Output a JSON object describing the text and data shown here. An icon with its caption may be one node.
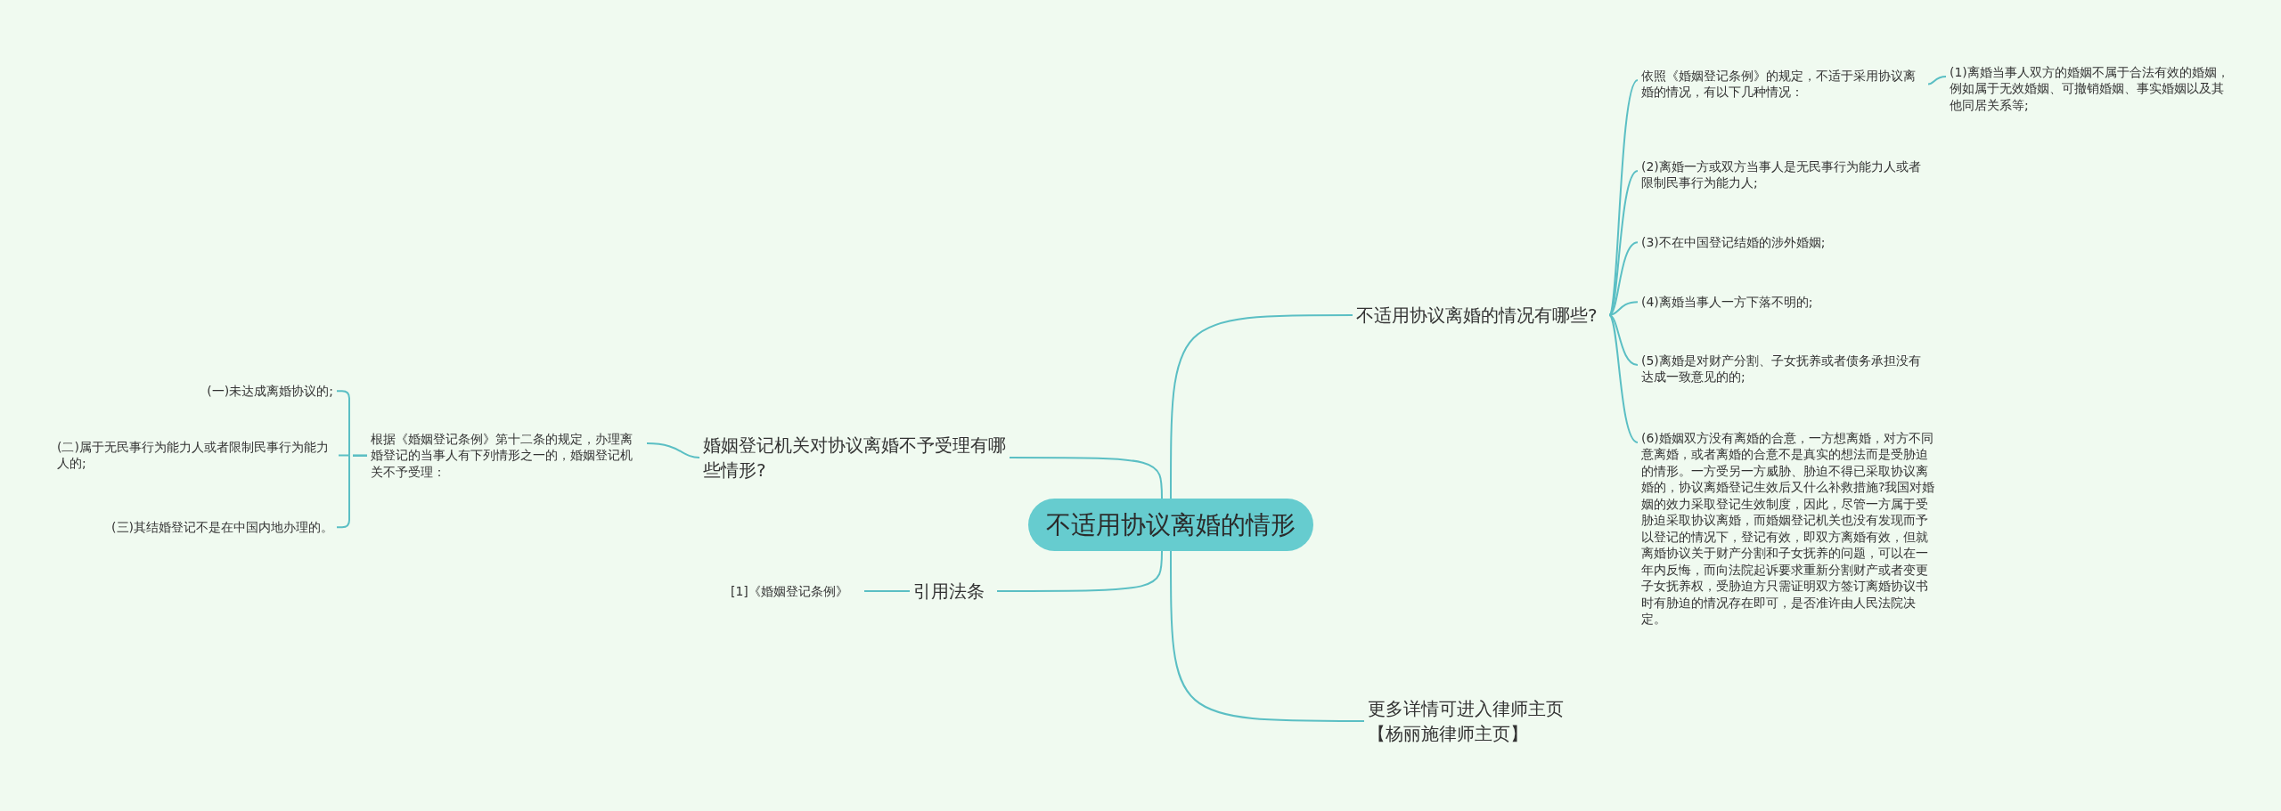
{
  "diagram": {
    "nodes": [
      {
        "text": [
          "不适用协议离婚的情形"
        ]
      },
      {
        "text": [
          "不适用协议离婚的情况有哪些?"
        ]
      },
      {
        "text": [
          "依照《婚姻登记条例》的规定，不适于采用协议离婚的情况，有以下几种情况："
        ]
      },
      {
        "text": [
          "(1)离婚当事人双方的婚姻不属于合法有效的婚姻，例如属于无效婚姻、可撤销婚姻、事实婚姻以及其他同居关系等;"
        ]
      },
      {
        "text": [
          "(2)离婚一方或双方当事人是无民事行为能力人或者限制民事行为能力人;"
        ]
      },
      {
        "text": [
          "(3)不在中国登记结婚的涉外婚姻;"
        ]
      },
      {
        "text": [
          "(4)离婚当事人一方下落不明的;"
        ]
      },
      {
        "text": [
          "(5)离婚是对财产分割、子女抚养或者债务承担没有达成一致意见的的;"
        ]
      },
      {
        "text": [
          "(6)婚姻双方没有离婚的合意，一方想离婚，对方不同意离婚，或者离婚的合意不是真实的想法而是受胁迫的情形。一方受另一方威胁、胁迫不得已采取协议离婚的，协议离婚登记生效后又什么补救措施?我国对婚姻的效力采取登记生效制度，因此，尽管一方属于受胁迫采取协议离婚，而婚姻登记机关也没有发现而予以登记的情况下，登记有效，即双方离婚有效，但就离婚协议关于财产分割和子女抚养的问题，可以在一年内反悔，而向法院起诉要求重新分割财产或者变更子女抚养权，受胁迫方只需证明双方签订离婚协议书时有胁迫的情况存在即可，是否准许由人民法院决定。"
        ]
      },
      {
        "text": [
          "更多详情可进入律师主页【杨丽施律师主页】"
        ]
      },
      {
        "text": [
          "婚姻登记机关对协议离婚不予受理有哪些情形?"
        ]
      },
      {
        "text": [
          "根据《婚姻登记条例》第十二条的规定，办理离婚登记的当事人有下列情形之一的，婚姻登记机关不予受理："
        ]
      },
      {
        "text": [
          "(一)未达成离婚协议的;"
        ]
      },
      {
        "text": [
          "(二)属于无民事行为能力人或者限制民事行为能力人的;"
        ]
      },
      {
        "text": [
          "(三)其结婚登记不是在中国内地办理的。"
        ]
      },
      {
        "text": [
          "引用法条"
        ]
      },
      {
        "text": [
          "[1]《婚姻登记条例》"
        ]
      }
    ],
    "edges": [
      {
        "from": 0,
        "to": 1,
        "arrow": "none"
      },
      {
        "from": 1,
        "to": 2,
        "arrow": "none"
      },
      {
        "from": 2,
        "to": 3,
        "arrow": "none"
      },
      {
        "from": 1,
        "to": 4,
        "arrow": "none"
      },
      {
        "from": 1,
        "to": 5,
        "arrow": "none"
      },
      {
        "from": 1,
        "to": 6,
        "arrow": "none"
      },
      {
        "from": 1,
        "to": 7,
        "arrow": "none"
      },
      {
        "from": 1,
        "to": 8,
        "arrow": "none"
      },
      {
        "from": 0,
        "to": 9,
        "arrow": "none"
      },
      {
        "from": 0,
        "to": 10,
        "arrow": "none"
      },
      {
        "from": 10,
        "to": 11,
        "arrow": "none"
      },
      {
        "from": 11,
        "to": 12,
        "arrow": "none"
      },
      {
        "from": 11,
        "to": 13,
        "arrow": "none"
      },
      {
        "from": 11,
        "to": 14,
        "arrow": "none"
      },
      {
        "from": 0,
        "to": 15,
        "arrow": "none"
      },
      {
        "from": 15,
        "to": 16,
        "arrow": "none"
      }
    ]
  }
}
